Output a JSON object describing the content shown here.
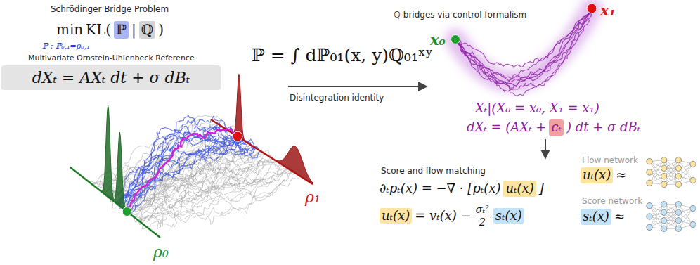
{
  "diagram": {
    "nodes": [
      {
        "text": [
          "ℙ"
        ]
      },
      {
        "text": [
          "ℚ"
        ]
      },
      {
        "text": [
          "dXₜ = AXₜ dt + σ dBₜ"
        ]
      },
      {
        "text": [
          "cₜ"
        ]
      },
      {
        "text": [
          "uₜ(x)"
        ]
      },
      {
        "text": [
          "uₜ(x)"
        ]
      },
      {
        "text": [
          "sₜ(x)"
        ]
      },
      {
        "text": [
          "uₜ(x)"
        ]
      },
      {
        "text": [
          "sₜ(x)"
        ]
      }
    ],
    "labels": [
      "Schrödinger Bridge Problem",
      "min",
      "ℙ : ℙ₀,₁=ρ₀,₁",
      "KL(",
      "|",
      ")",
      "Multivariate Ornstein-Uhlenbeck Reference",
      "ℙ = ∫ dℙ₀₁(x, y)ℚ₀₁ˣʸ",
      "Disintegration identity",
      "ℚ-bridges via control formalism",
      "x₀",
      "x₁",
      "Xₜ|(X₀ = x₀, X₁ = x₁)",
      "dXₜ = (AXₜ +",
      ") dt + σ dBₜ",
      "Score and flow matching",
      "∂ₜpₜ(x) = −∇ · [pₜ(x)",
      "]",
      "= vₜ(x) −",
      "σₜ²",
      "2",
      "Flow network",
      "≈",
      "Score network",
      "≈",
      "ρ₀",
      "ρ₁"
    ]
  }
}
